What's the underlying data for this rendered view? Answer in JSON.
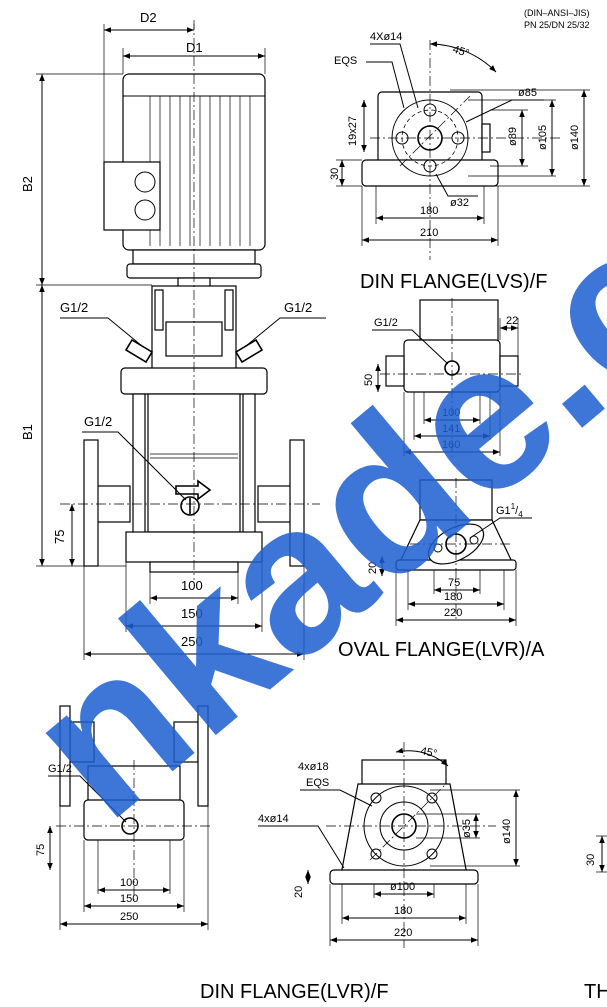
{
  "header": {
    "standard": "(DIN–ANSI–JIS)",
    "pressure": "PN 25/DN 25/32"
  },
  "pump_view": {
    "d2": "D2",
    "d1": "D1",
    "b2": "B2",
    "b1": "B1",
    "g_left": "G1/2",
    "g_right": "G1/2",
    "g_mid": "G1/2",
    "h75": "75",
    "w100": "100",
    "w150": "150",
    "w250": "250"
  },
  "din_lvs": {
    "bolts": "4Xø14",
    "eqs": "EQS",
    "angle": "45°",
    "d85": "ø85",
    "slot": "19x27",
    "d89": "ø89",
    "d105": "ø105",
    "d140": "ø140",
    "h30": "30",
    "d32": "ø32",
    "w180": "180",
    "w210": "210",
    "caption": "DIN FLANGE(LVS)/F"
  },
  "mid_view": {
    "g": "G1/2",
    "w22": "22",
    "h50": "50",
    "w100": "100",
    "w141": "141",
    "w160": "160"
  },
  "oval_lvr": {
    "g_base": "G1",
    "g_sup": "1",
    "g_sub": "4",
    "h20": "20",
    "w75": "75",
    "w180": "180",
    "w220": "220",
    "caption": "OVAL FLANGE(LVR)/A"
  },
  "din_lvr_side": {
    "g": "G1/2",
    "h75": "75",
    "w100": "100",
    "w150": "150",
    "w250": "250"
  },
  "din_lvr_top": {
    "angle": "45°",
    "bolts18": "4xø18",
    "eqs": "EQS",
    "bolts14": "4xø14",
    "d140": "ø140",
    "d35": "ø35",
    "d100": "ø100",
    "h20": "20",
    "w180": "180",
    "w220": "220"
  },
  "din_lvr_caption": "DIN FLANGE(LVR)/F",
  "edge": {
    "h30": "30",
    "caption_fragment": "TH"
  },
  "watermark": "nkade.cc",
  "colors": {
    "watermark": "#1c5fd1",
    "ink": "#000000"
  }
}
